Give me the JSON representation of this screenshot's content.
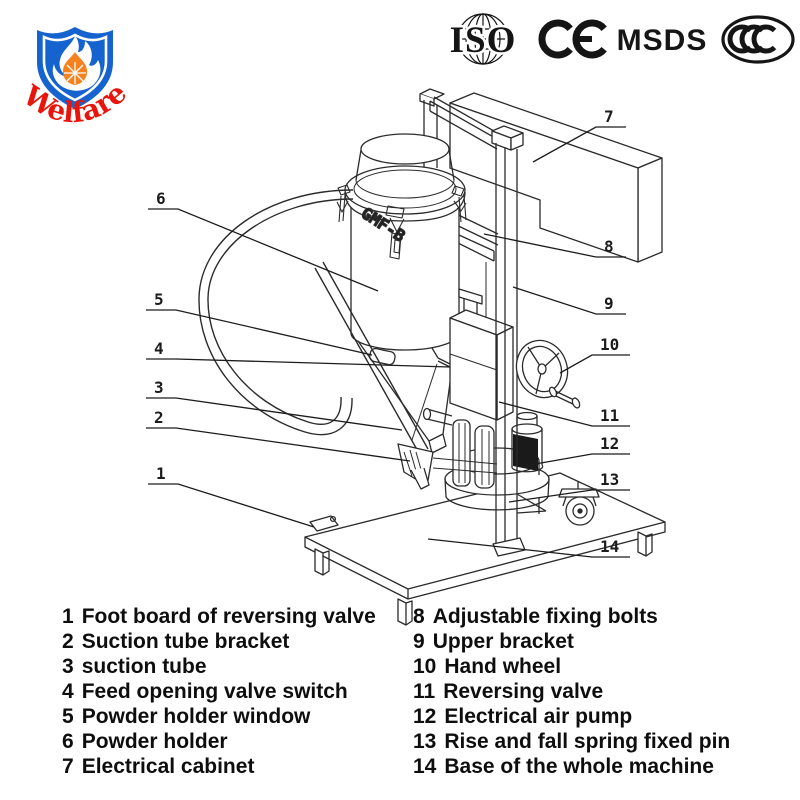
{
  "logo": {
    "brand": "Welfare",
    "shield_blue": "#1563cf",
    "flame_orange": "#f5821f",
    "text_red": "#e8150c"
  },
  "certifications": {
    "iso": "ISO",
    "ce": "CE",
    "msds": "MSDS",
    "ccc": "CCC"
  },
  "diagram": {
    "machine_label": "GMF-B",
    "callouts": [
      {
        "num": "1"
      },
      {
        "num": "2"
      },
      {
        "num": "3"
      },
      {
        "num": "4"
      },
      {
        "num": "5"
      },
      {
        "num": "6"
      },
      {
        "num": "7"
      },
      {
        "num": "8"
      },
      {
        "num": "9"
      },
      {
        "num": "10"
      },
      {
        "num": "11"
      },
      {
        "num": "12"
      },
      {
        "num": "13"
      },
      {
        "num": "14"
      }
    ]
  },
  "parts_list": {
    "left": [
      {
        "num": "1",
        "name": "Foot board of reversing valve"
      },
      {
        "num": "2",
        "name": "Suction tube bracket"
      },
      {
        "num": "3",
        "name": "suction tube"
      },
      {
        "num": "4",
        "name": "Feed opening valve switch"
      },
      {
        "num": "5",
        "name": "Powder holder window"
      },
      {
        "num": "6",
        "name": "Powder holder"
      },
      {
        "num": "7",
        "name": "Electrical cabinet"
      }
    ],
    "right": [
      {
        "num": "8",
        "name": "Adjustable fixing bolts"
      },
      {
        "num": "9",
        "name": "Upper bracket"
      },
      {
        "num": "10",
        "name": "Hand wheel"
      },
      {
        "num": "11",
        "name": "Reversing valve"
      },
      {
        "num": "12",
        "name": "Electrical air pump"
      },
      {
        "num": "13",
        "name": "Rise and fall spring fixed pin"
      },
      {
        "num": "14",
        "name": "Base of the whole machine"
      }
    ]
  }
}
